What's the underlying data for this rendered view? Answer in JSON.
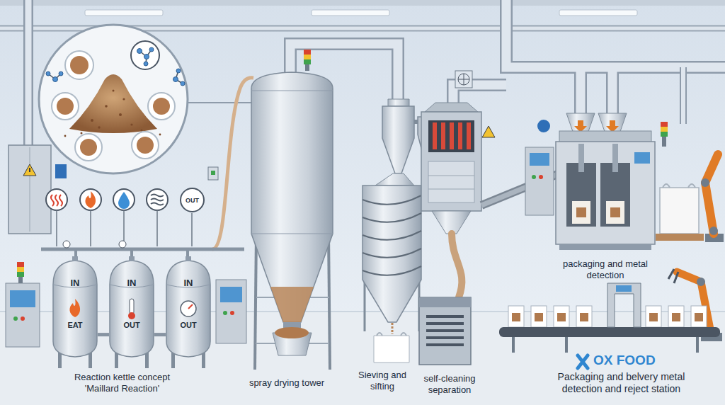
{
  "diagram": {
    "nodes": [
      {
        "text": [
          "OUT"
        ]
      },
      {
        "text": [
          "IN",
          "EAT"
        ]
      },
      {
        "text": [
          "IN",
          "OUT"
        ]
      },
      {
        "text": [
          "IN",
          "OUT"
        ]
      }
    ],
    "edges": [
      {
        "from": 1,
        "to": 2,
        "arrow": "none"
      },
      {
        "from": 2,
        "to": 3,
        "arrow": "none"
      }
    ],
    "labels": [
      "Reaction kettle concept 'Maillard Reaction'",
      "spray drying tower",
      "Sieving and sifting",
      "self-cleaning separation",
      "packaging and metal detection",
      "Packaging and belvery metal detection and reject station",
      "OX FOOD"
    ]
  }
}
